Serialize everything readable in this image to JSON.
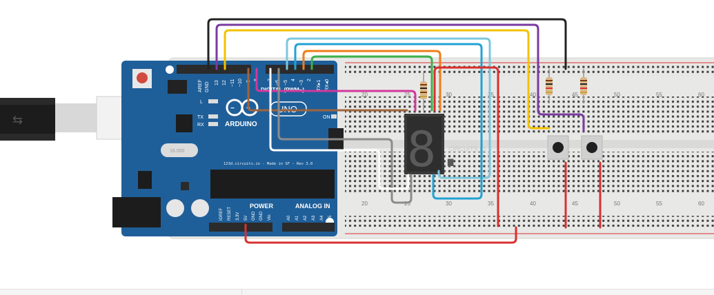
{
  "breadboard": {
    "column_numbers": [
      "20",
      "25",
      "30",
      "35",
      "40",
      "45",
      "50",
      "55",
      "60"
    ]
  },
  "arduino": {
    "brand": "ARDUINO",
    "model": "UNO",
    "digital_header": "DIGITAL (PWM~)",
    "aref": "AREF",
    "gnd": "GND",
    "pins_top": [
      "13",
      "12",
      "~11",
      "~10",
      "~9",
      "8",
      "7",
      "~6",
      "~5",
      "4",
      "~3",
      "2",
      "TX▸1",
      "RX◂0"
    ],
    "led_l": "L",
    "led_tx": "TX",
    "led_rx": "RX",
    "led_on": "ON",
    "board_info": "123d.circuits.io - Made in SF - Rev 3.0",
    "power_header": "POWER",
    "analog_header": "ANALOG IN",
    "power_pins": [
      "IOREF",
      "RESET",
      "3.3V",
      "5V",
      "GND",
      "GND",
      "Vin"
    ],
    "analog_pins": [
      "A0",
      "A1",
      "A2",
      "A3",
      "A4",
      "A5"
    ],
    "crystal": "16.000"
  },
  "display": {
    "digit": "8.",
    "watermark": "CIRCUITS.IO"
  },
  "colors": {
    "board": "#1f5f99",
    "breadboard": "#e8e8e6",
    "red_wire": "#d93030",
    "black_wire": "#222222",
    "purple_wire": "#7a3aa0",
    "yellow_wire": "#f2c200",
    "cyan_wire": "#21a2d6",
    "light_blue_wire": "#7cc7de",
    "orange_wire": "#ef7d1a",
    "green_wire": "#3bb24a",
    "magenta_wire": "#d2389b",
    "brown_wire": "#a0643c",
    "gray_wire": "#8c8c8c",
    "white_wire": "#ffffff"
  }
}
